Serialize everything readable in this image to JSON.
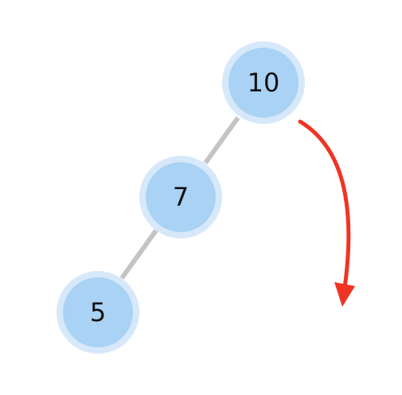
{
  "tree": {
    "nodes": [
      {
        "id": "n10",
        "label": "10"
      },
      {
        "id": "n7",
        "label": "7"
      },
      {
        "id": "n5",
        "label": "5"
      }
    ],
    "edges": [
      {
        "from": "n10",
        "to": "n7"
      },
      {
        "from": "n7",
        "to": "n5"
      }
    ]
  },
  "colors": {
    "node_fill": "#a9d2f5",
    "node_ring": "#d6e8f9",
    "edge": "#c4c4c4",
    "arrow": "#f03424",
    "text": "#111111"
  },
  "annotation": {
    "rotation_arrow": "clockwise-rotation-arrow"
  }
}
